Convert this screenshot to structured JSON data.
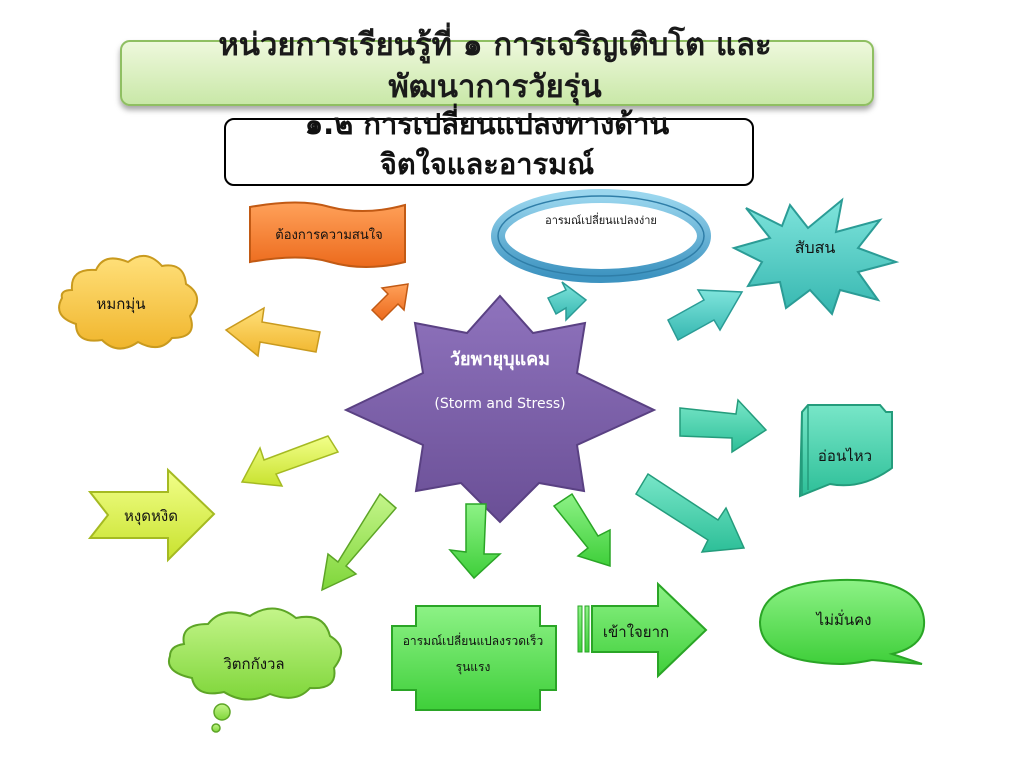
{
  "title": "หน่วยการเรียนรู้ที่ ๑ การเจริญเติบโต และพัฒนาการวัยรุ่น",
  "title_lines": [
    "หน่วยการเรียนรู้ที่ ๑ การเจริญเติบโต และ",
    "พัฒนาการวัยรุ่น"
  ],
  "subtitle_lines": [
    "๑.๒ การเปลี่ยนแปลงทางด้าน",
    "จิตใจและอารมณ์"
  ],
  "center": {
    "label": "วัยพายุบุแคม",
    "sublabel": "(Storm and Stress)"
  },
  "nodes": {
    "interest": "ต้องการความสนใจ",
    "mood_easy": "อารมณ์เปลี่ยนแปลงง่าย",
    "confused": "สับสน",
    "gloomy": "หมกมุ่น",
    "sensitive": "อ่อนไหว",
    "irritable": "หงุดหงิด",
    "insecure": "ไม่มั่นคง",
    "worry": "วิตกกังวล",
    "mood_fast": "อารมณ์เปลี่ยนแปลงรวดเร็วรุนแรง",
    "hard_understand": "เข้าใจยาก"
  },
  "colors": {
    "center": "#7b5fa6",
    "orange": "#f07d2c",
    "teal": "#4fc7c0",
    "sea": "#3cc9a9",
    "yellow": "#f5c84a",
    "lime": "#d9f24a",
    "green": "#5fe05a",
    "light_green": "#9de85a"
  }
}
